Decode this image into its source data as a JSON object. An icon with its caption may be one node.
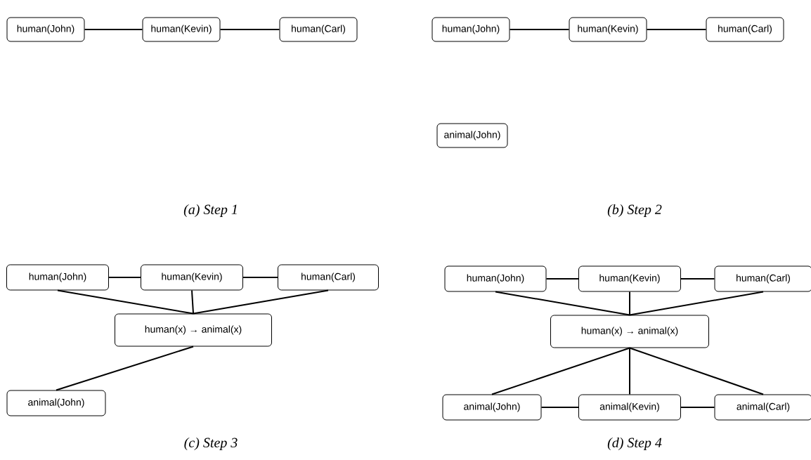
{
  "diagram": {
    "nodes": [
      {
        "text": [
          "human(John)"
        ]
      },
      {
        "text": [
          "human(Kevin)"
        ]
      },
      {
        "text": [
          "human(Carl)"
        ]
      },
      {
        "text": [
          "human(John)"
        ]
      },
      {
        "text": [
          "human(Kevin)"
        ]
      },
      {
        "text": [
          "human(Carl)"
        ]
      },
      {
        "text": [
          "animal(John)"
        ]
      },
      {
        "text": [
          "human(John)"
        ]
      },
      {
        "text": [
          "human(Kevin)"
        ]
      },
      {
        "text": [
          "human(Carl)"
        ]
      },
      {
        "text": [
          "human(x) → animal(x)"
        ]
      },
      {
        "text": [
          "animal(John)"
        ]
      },
      {
        "text": [
          "human(John)"
        ]
      },
      {
        "text": [
          "human(Kevin)"
        ]
      },
      {
        "text": [
          "human(Carl)"
        ]
      },
      {
        "text": [
          "human(x) → animal(x)"
        ]
      },
      {
        "text": [
          "animal(John)"
        ]
      },
      {
        "text": [
          "animal(Kevin)"
        ]
      },
      {
        "text": [
          "animal(Carl)"
        ]
      }
    ],
    "edges": [
      {
        "from": 0,
        "to": 1,
        "arrow": "none"
      },
      {
        "from": 1,
        "to": 2,
        "arrow": "none"
      },
      {
        "from": 3,
        "to": 4,
        "arrow": "none"
      },
      {
        "from": 4,
        "to": 5,
        "arrow": "none"
      },
      {
        "from": 7,
        "to": 8,
        "arrow": "none"
      },
      {
        "from": 8,
        "to": 9,
        "arrow": "none"
      },
      {
        "from": 7,
        "to": 10,
        "arrow": "none"
      },
      {
        "from": 8,
        "to": 10,
        "arrow": "none"
      },
      {
        "from": 9,
        "to": 10,
        "arrow": "none"
      },
      {
        "from": 10,
        "to": 11,
        "arrow": "none"
      },
      {
        "from": 12,
        "to": 13,
        "arrow": "none"
      },
      {
        "from": 13,
        "to": 14,
        "arrow": "none"
      },
      {
        "from": 12,
        "to": 15,
        "arrow": "none"
      },
      {
        "from": 13,
        "to": 15,
        "arrow": "none"
      },
      {
        "from": 14,
        "to": 15,
        "arrow": "none"
      },
      {
        "from": 15,
        "to": 16,
        "arrow": "none"
      },
      {
        "from": 15,
        "to": 17,
        "arrow": "none"
      },
      {
        "from": 15,
        "to": 18,
        "arrow": "none"
      },
      {
        "from": 16,
        "to": 17,
        "arrow": "none"
      },
      {
        "from": 17,
        "to": 18,
        "arrow": "none"
      }
    ],
    "labels": [
      "(a) Step 1",
      "(b) Step 2",
      "(c) Step 3",
      "(d) Step 4"
    ]
  }
}
